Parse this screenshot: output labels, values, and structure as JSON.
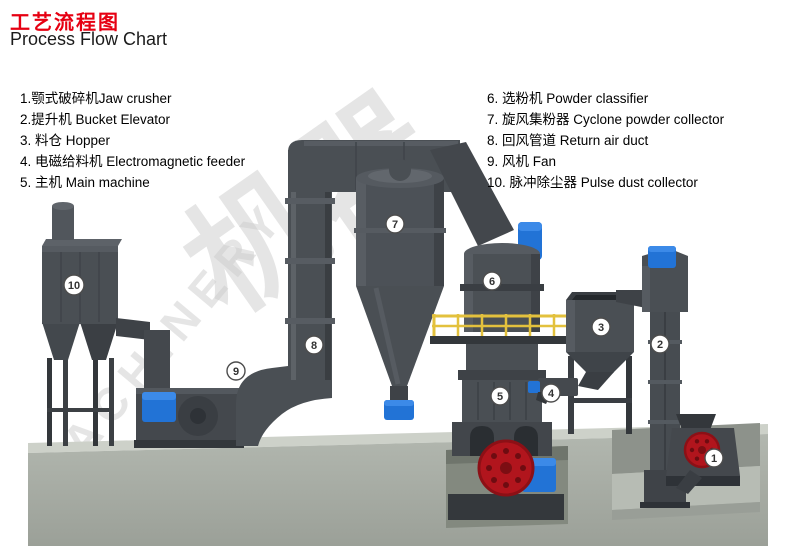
{
  "title": {
    "zh": "工艺流程图",
    "en": "Process Flow Chart"
  },
  "legend": {
    "left": [
      "1.颚式破碎机Jaw crusher",
      "2.提升机 Bucket Elevator",
      "3. 料仓 Hopper",
      "4. 电磁给料机 Electromagnetic feeder",
      "5. 主机 Main machine"
    ],
    "right": [
      "6. 选粉机 Powder classifier",
      "7. 旋风集粉器 Cyclone powder collector",
      "8. 回风管道 Return air duct",
      "9. 风机 Fan",
      "10. 脉冲除尘器 Pulse dust collector"
    ]
  },
  "markers": [
    {
      "label": "1",
      "name": "jaw-crusher"
    },
    {
      "label": "2",
      "name": "bucket-elevator"
    },
    {
      "label": "3",
      "name": "hopper"
    },
    {
      "label": "4",
      "name": "electromagnetic-feeder"
    },
    {
      "label": "5",
      "name": "main-machine"
    },
    {
      "label": "6",
      "name": "powder-classifier"
    },
    {
      "label": "7",
      "name": "cyclone-powder-collector"
    },
    {
      "label": "8",
      "name": "return-air-duct"
    },
    {
      "label": "9",
      "name": "fan"
    },
    {
      "label": "10",
      "name": "pulse-dust-collector"
    }
  ],
  "watermark": {
    "zh": "机器",
    "en": "MACHINERY"
  },
  "colors": {
    "title_red": "#e60012",
    "text_black": "#1b1b1b",
    "machine_gray": "#4a4f54",
    "machine_dark": "#33373b",
    "motor_blue": "#2273d6",
    "railing_yellow": "#e3c13d",
    "wheel_red": "#b1151d",
    "concrete_top": "#cdd1c9",
    "concrete_face": "#a9aea6"
  }
}
